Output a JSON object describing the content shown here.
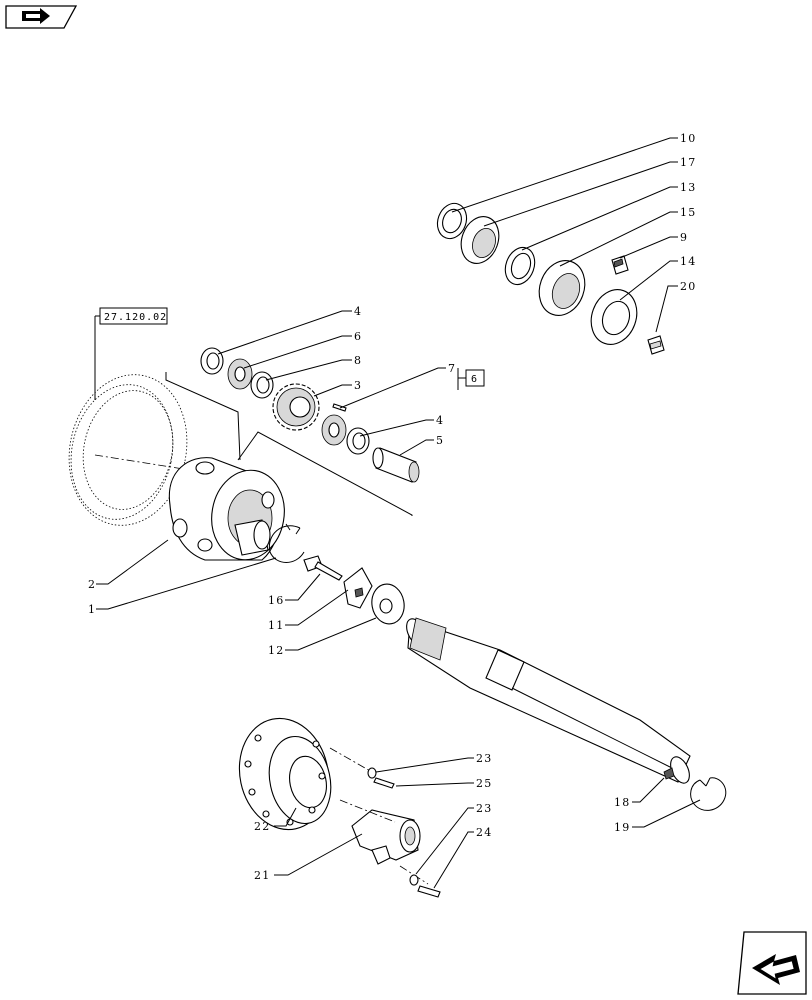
{
  "nav_prev_icon": "arrow-prev-icon",
  "nav_next_icon": "arrow-next-icon",
  "refs": {
    "assembly_ref": "27.120.02",
    "group_ref": "6"
  },
  "callouts": {
    "c10": "10",
    "c17": "17",
    "c13": "13",
    "c15": "15",
    "c9": "9",
    "c14": "14",
    "c20": "20",
    "c4a": "4",
    "c6": "6",
    "c8": "8",
    "c3": "3",
    "c7": "7",
    "c4b": "4",
    "c5": "5",
    "c2": "2",
    "c1": "1",
    "c16": "16",
    "c11": "11",
    "c12": "12",
    "c23a": "23",
    "c25": "25",
    "c23b": "23",
    "c24": "24",
    "c22": "22",
    "c21": "21",
    "c18": "18",
    "c19": "19"
  }
}
